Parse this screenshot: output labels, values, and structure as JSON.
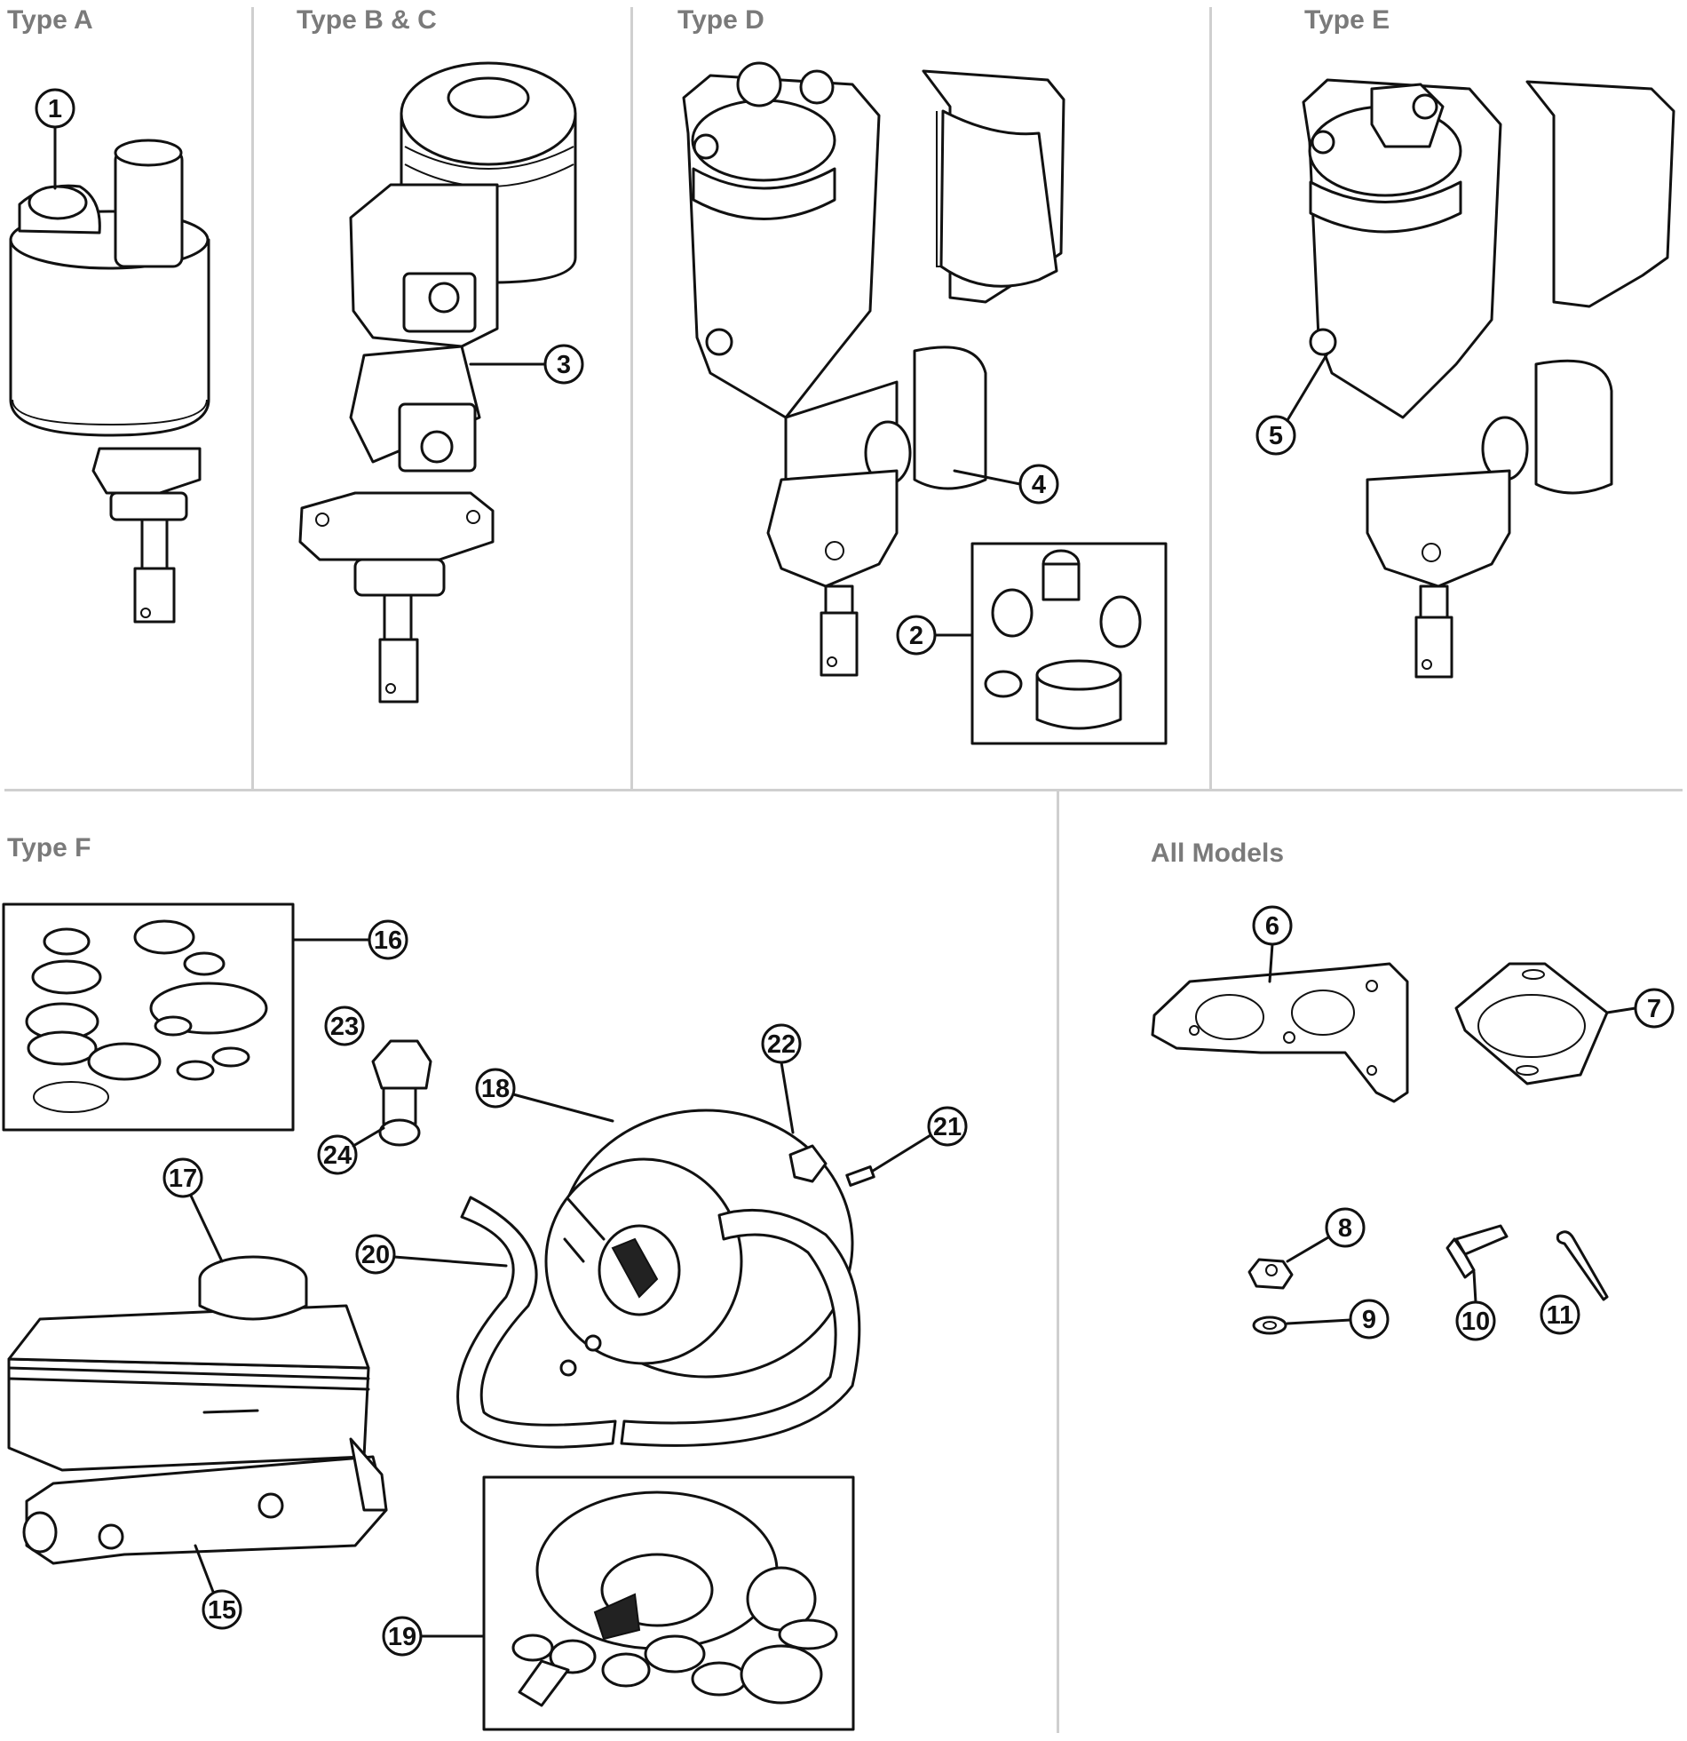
{
  "sections": [
    {
      "id": "type-a",
      "label": "Type A"
    },
    {
      "id": "type-bc",
      "label": "Type B & C"
    },
    {
      "id": "type-d",
      "label": "Type D"
    },
    {
      "id": "type-e",
      "label": "Type E"
    },
    {
      "id": "type-f",
      "label": "Type F"
    },
    {
      "id": "all-models",
      "label": "All Models"
    }
  ],
  "callouts": [
    "1",
    "2",
    "3",
    "4",
    "5",
    "6",
    "7",
    "8",
    "9",
    "10",
    "11",
    "15",
    "16",
    "17",
    "18",
    "19",
    "20",
    "21",
    "22",
    "23",
    "24"
  ],
  "colors": {
    "title": "#7a7a7a",
    "divider": "#cfcfcf",
    "line": "#111111"
  }
}
